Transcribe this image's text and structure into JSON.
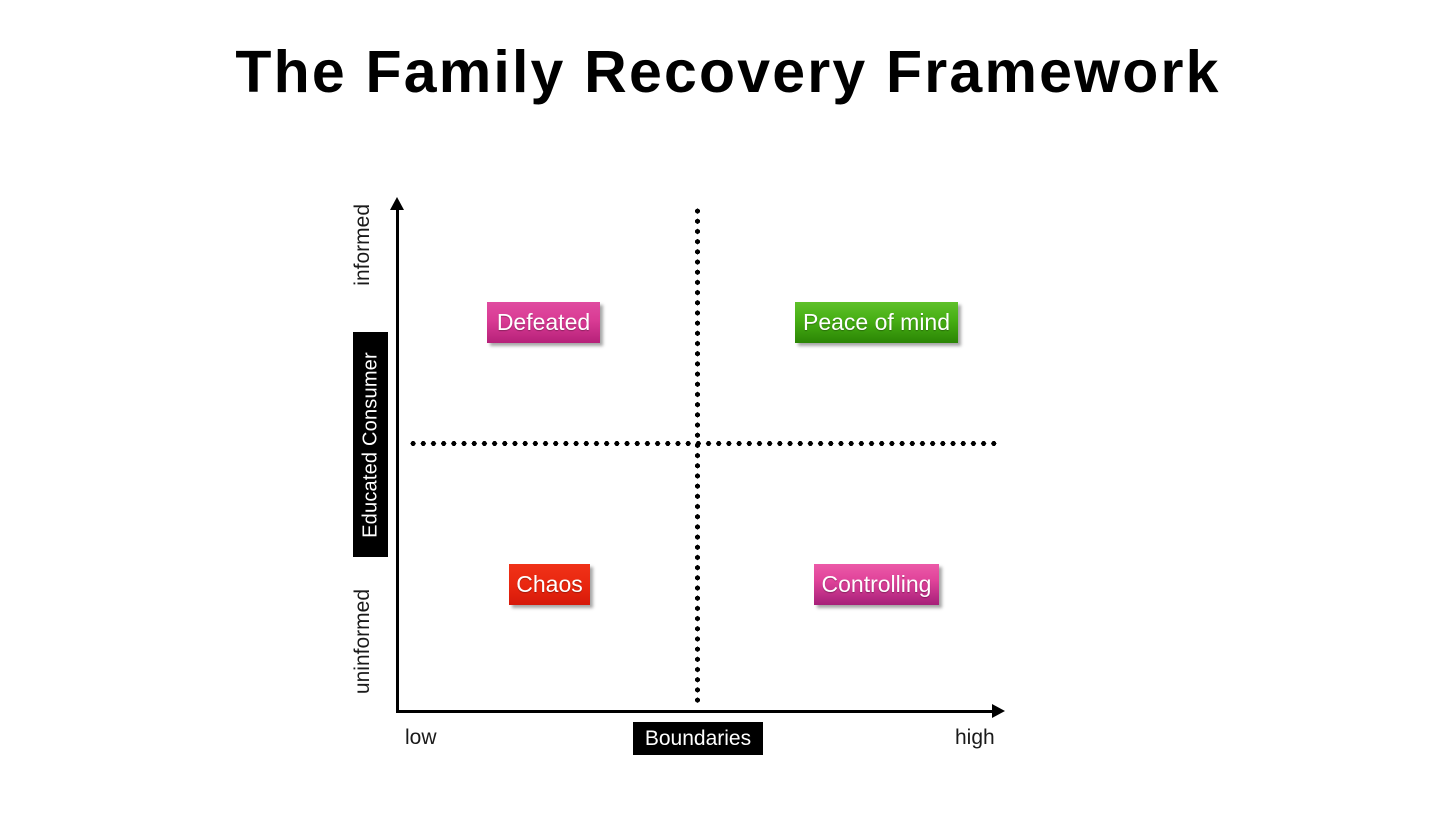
{
  "title": "The Family Recovery Framework",
  "chart_data": {
    "type": "scatter",
    "title": "The Family Recovery Framework",
    "xlabel": "Boundaries",
    "ylabel": "Educated Consumer",
    "x_tick_labels": [
      "low",
      "high"
    ],
    "y_tick_labels": [
      "uninformed",
      "informed"
    ],
    "grid": "dotted-quadrant-dividers",
    "legend": "none",
    "quadrants": [
      {
        "label": "Defeated",
        "x_region": "low",
        "y_region": "informed",
        "color": "#d93b94",
        "text_color": "#ffffff"
      },
      {
        "label": "Peace of mind",
        "x_region": "high",
        "y_region": "informed",
        "color": "#46ae14",
        "text_color": "#ffffff"
      },
      {
        "label": "Chaos",
        "x_region": "low",
        "y_region": "uninformed",
        "color": "#e8260f",
        "text_color": "#ffffff"
      },
      {
        "label": "Controlling",
        "x_region": "high",
        "y_region": "uninformed",
        "color": "#e0439a",
        "text_color": "#ffffff"
      }
    ]
  },
  "axes": {
    "y": {
      "title": "Educated Consumer",
      "top_label": "informed",
      "bottom_label": "uninformed"
    },
    "x": {
      "title": "Boundaries",
      "left_label": "low",
      "right_label": "high"
    }
  },
  "colors": {
    "background": "#ffffff",
    "axis": "#000000",
    "chip_background": "#000000",
    "chip_text": "#ffffff",
    "defeated": "#d93b94",
    "peace_of_mind": "#46ae14",
    "chaos": "#e8260f",
    "controlling": "#e0439a"
  }
}
